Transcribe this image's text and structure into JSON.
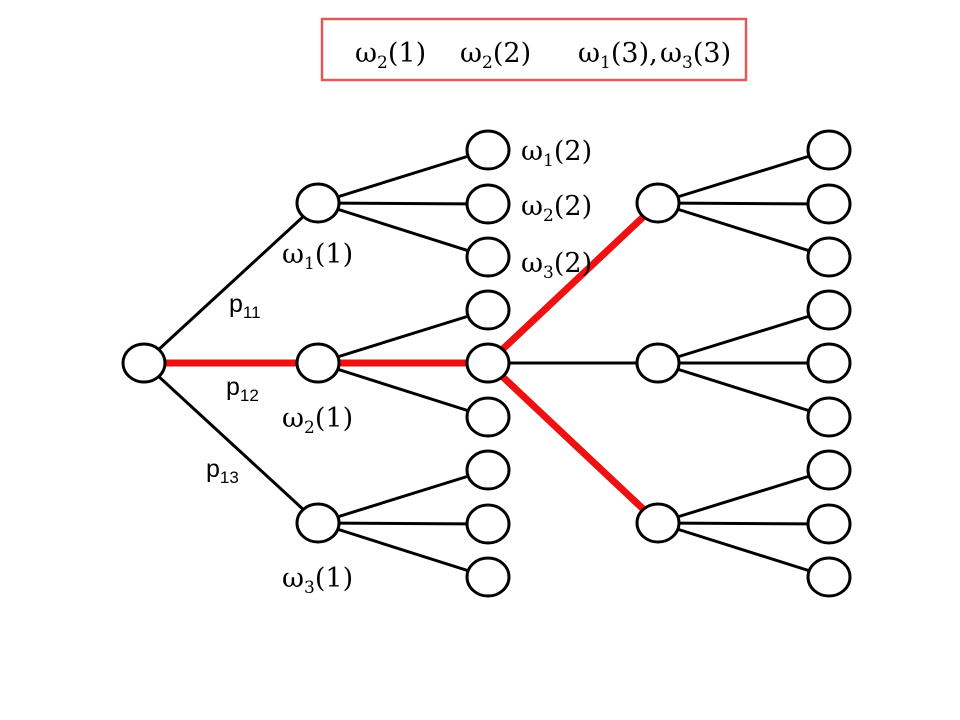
{
  "header": {
    "items": [
      {
        "sym": "ω",
        "sub": "2",
        "rest": "(1)"
      },
      {
        "sym": "ω",
        "sub": "2",
        "rest": "(2)"
      },
      {
        "sym": "ω",
        "sub": "1",
        "rest": "(3),"
      },
      {
        "sym": "ω",
        "sub": "3",
        "rest": "(3)"
      }
    ]
  },
  "tree": {
    "omega_labels": [
      {
        "sym": "ω",
        "sub": "1",
        "rest": "(1)"
      },
      {
        "sym": "ω",
        "sub": "2",
        "rest": "(1)"
      },
      {
        "sym": "ω",
        "sub": "3",
        "rest": "(1)"
      },
      {
        "sym": "ω",
        "sub": "1",
        "rest": "(2)"
      },
      {
        "sym": "ω",
        "sub": "2",
        "rest": "(2)"
      },
      {
        "sym": "ω",
        "sub": "3",
        "rest": "(2)"
      }
    ],
    "prob_labels": [
      {
        "base": "p",
        "sub": "11"
      },
      {
        "base": "p",
        "sub": "12"
      },
      {
        "base": "p",
        "sub": "13"
      }
    ]
  },
  "colors": {
    "highlight": "#ee1111",
    "header_border": "#e05a5a"
  }
}
